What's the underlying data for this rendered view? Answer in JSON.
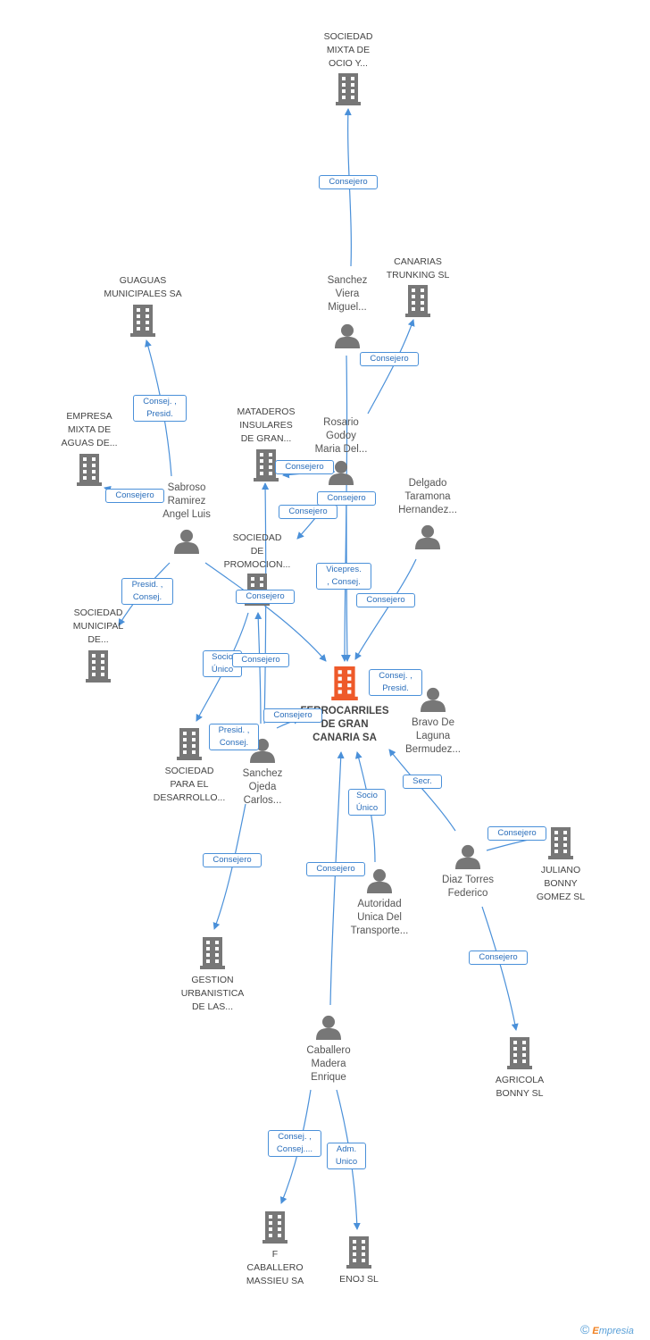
{
  "colors": {
    "edge": "#4a90d9",
    "node": "#777777",
    "main": "#ee5a2a"
  },
  "icons": {
    "company": "building-icon",
    "person": "person-icon"
  },
  "nodes": [
    {
      "id": "ferrocarriles",
      "kind": "main",
      "label": "FERROCARRILES\nDE GRAN\nCANARIA SA"
    },
    {
      "id": "sociedad-mixta",
      "kind": "company",
      "label": "SOCIEDAD\nMIXTA DE\nOCIO Y..."
    },
    {
      "id": "canarias-trunking",
      "kind": "company",
      "label": "CANARIAS\nTRUNKING SL"
    },
    {
      "id": "guaguas",
      "kind": "company",
      "label": "GUAGUAS\nMUNICIPALES SA"
    },
    {
      "id": "empresa-mixta",
      "kind": "company",
      "label": "EMPRESA\nMIXTA DE\nAGUAS DE..."
    },
    {
      "id": "mataderos",
      "kind": "company",
      "label": "MATADEROS\nINSULARES\nDE GRAN..."
    },
    {
      "id": "sociedad-promocion",
      "kind": "company",
      "label": "SOCIEDAD\nDE\nPROMOCION..."
    },
    {
      "id": "sociedad-municipal",
      "kind": "company",
      "label": "SOCIEDAD\nMUNICIPAL\nDE..."
    },
    {
      "id": "sociedad-desarrollo",
      "kind": "company",
      "label": "SOCIEDAD\nPARA EL\nDESARROLLO..."
    },
    {
      "id": "gestion-urbanistica",
      "kind": "company",
      "label": "GESTION\nURBANISTICA\nDE LAS..."
    },
    {
      "id": "juliano-bonny",
      "kind": "company",
      "label": "JULIANO\nBONNY\nGOMEZ SL"
    },
    {
      "id": "agricola-bonny",
      "kind": "company",
      "label": "AGRICOLA\nBONNY SL"
    },
    {
      "id": "f-caballero",
      "kind": "company",
      "label": "F\nCABALLERO\nMASSIEU SA"
    },
    {
      "id": "enoj",
      "kind": "company",
      "label": "ENOJ SL"
    },
    {
      "id": "sanchez-viera",
      "kind": "person",
      "label": "Sanchez\nViera\nMiguel..."
    },
    {
      "id": "rosario-godoy",
      "kind": "person",
      "label": "Rosario\nGodoy\nMaria Del..."
    },
    {
      "id": "delgado",
      "kind": "person",
      "label": "Delgado\nTaramona\nHernandez..."
    },
    {
      "id": "sabroso",
      "kind": "person",
      "label": "Sabroso\nRamirez\nAngel Luis"
    },
    {
      "id": "bravo",
      "kind": "person",
      "label": "Bravo De\nLaguna\nBermudez..."
    },
    {
      "id": "sanchez-ojeda",
      "kind": "person",
      "label": "Sanchez\nOjeda\nCarlos..."
    },
    {
      "id": "autoridad",
      "kind": "person",
      "label": "Autoridad\nUnica Del\nTransporte..."
    },
    {
      "id": "diaz-torres",
      "kind": "person",
      "label": "Diaz Torres\nFederico"
    },
    {
      "id": "caballero",
      "kind": "person",
      "label": "Caballero\nMadera\nEnrique"
    }
  ],
  "edge_labels": [
    {
      "id": "e1",
      "text": "Consejero"
    },
    {
      "id": "e2",
      "text": "Consejero"
    },
    {
      "id": "e3",
      "text": "Consej. ,\nPresid."
    },
    {
      "id": "e4",
      "text": "Consejero"
    },
    {
      "id": "e5",
      "text": "Consejero"
    },
    {
      "id": "e6",
      "text": "Consejero"
    },
    {
      "id": "e7",
      "text": "Consejero"
    },
    {
      "id": "e8",
      "text": "Vicepres.\n, Consej."
    },
    {
      "id": "e9",
      "text": "Consejero"
    },
    {
      "id": "e10",
      "text": "Consejero"
    },
    {
      "id": "e11",
      "text": "Presid. ,\nConsej."
    },
    {
      "id": "e12",
      "text": "Socio\nÚnico"
    },
    {
      "id": "e13",
      "text": "Consejero"
    },
    {
      "id": "e14",
      "text": "Consejero"
    },
    {
      "id": "e15",
      "text": "Consej. ,\nPresid."
    },
    {
      "id": "e16",
      "text": "Presid. ,\nConsej."
    },
    {
      "id": "e17",
      "text": "Secr."
    },
    {
      "id": "e18",
      "text": "Socio\nÚnico"
    },
    {
      "id": "e19",
      "text": "Consejero"
    },
    {
      "id": "e20",
      "text": "Consejero"
    },
    {
      "id": "e21",
      "text": "Consejero"
    },
    {
      "id": "e22",
      "text": "Consejero"
    },
    {
      "id": "e23",
      "text": "Consej. ,\nConsej...."
    },
    {
      "id": "e24",
      "text": "Adm.\nUnico"
    }
  ],
  "footer": {
    "copyright": "©",
    "brand_e": "E",
    "brand_rest": "mpresia"
  }
}
